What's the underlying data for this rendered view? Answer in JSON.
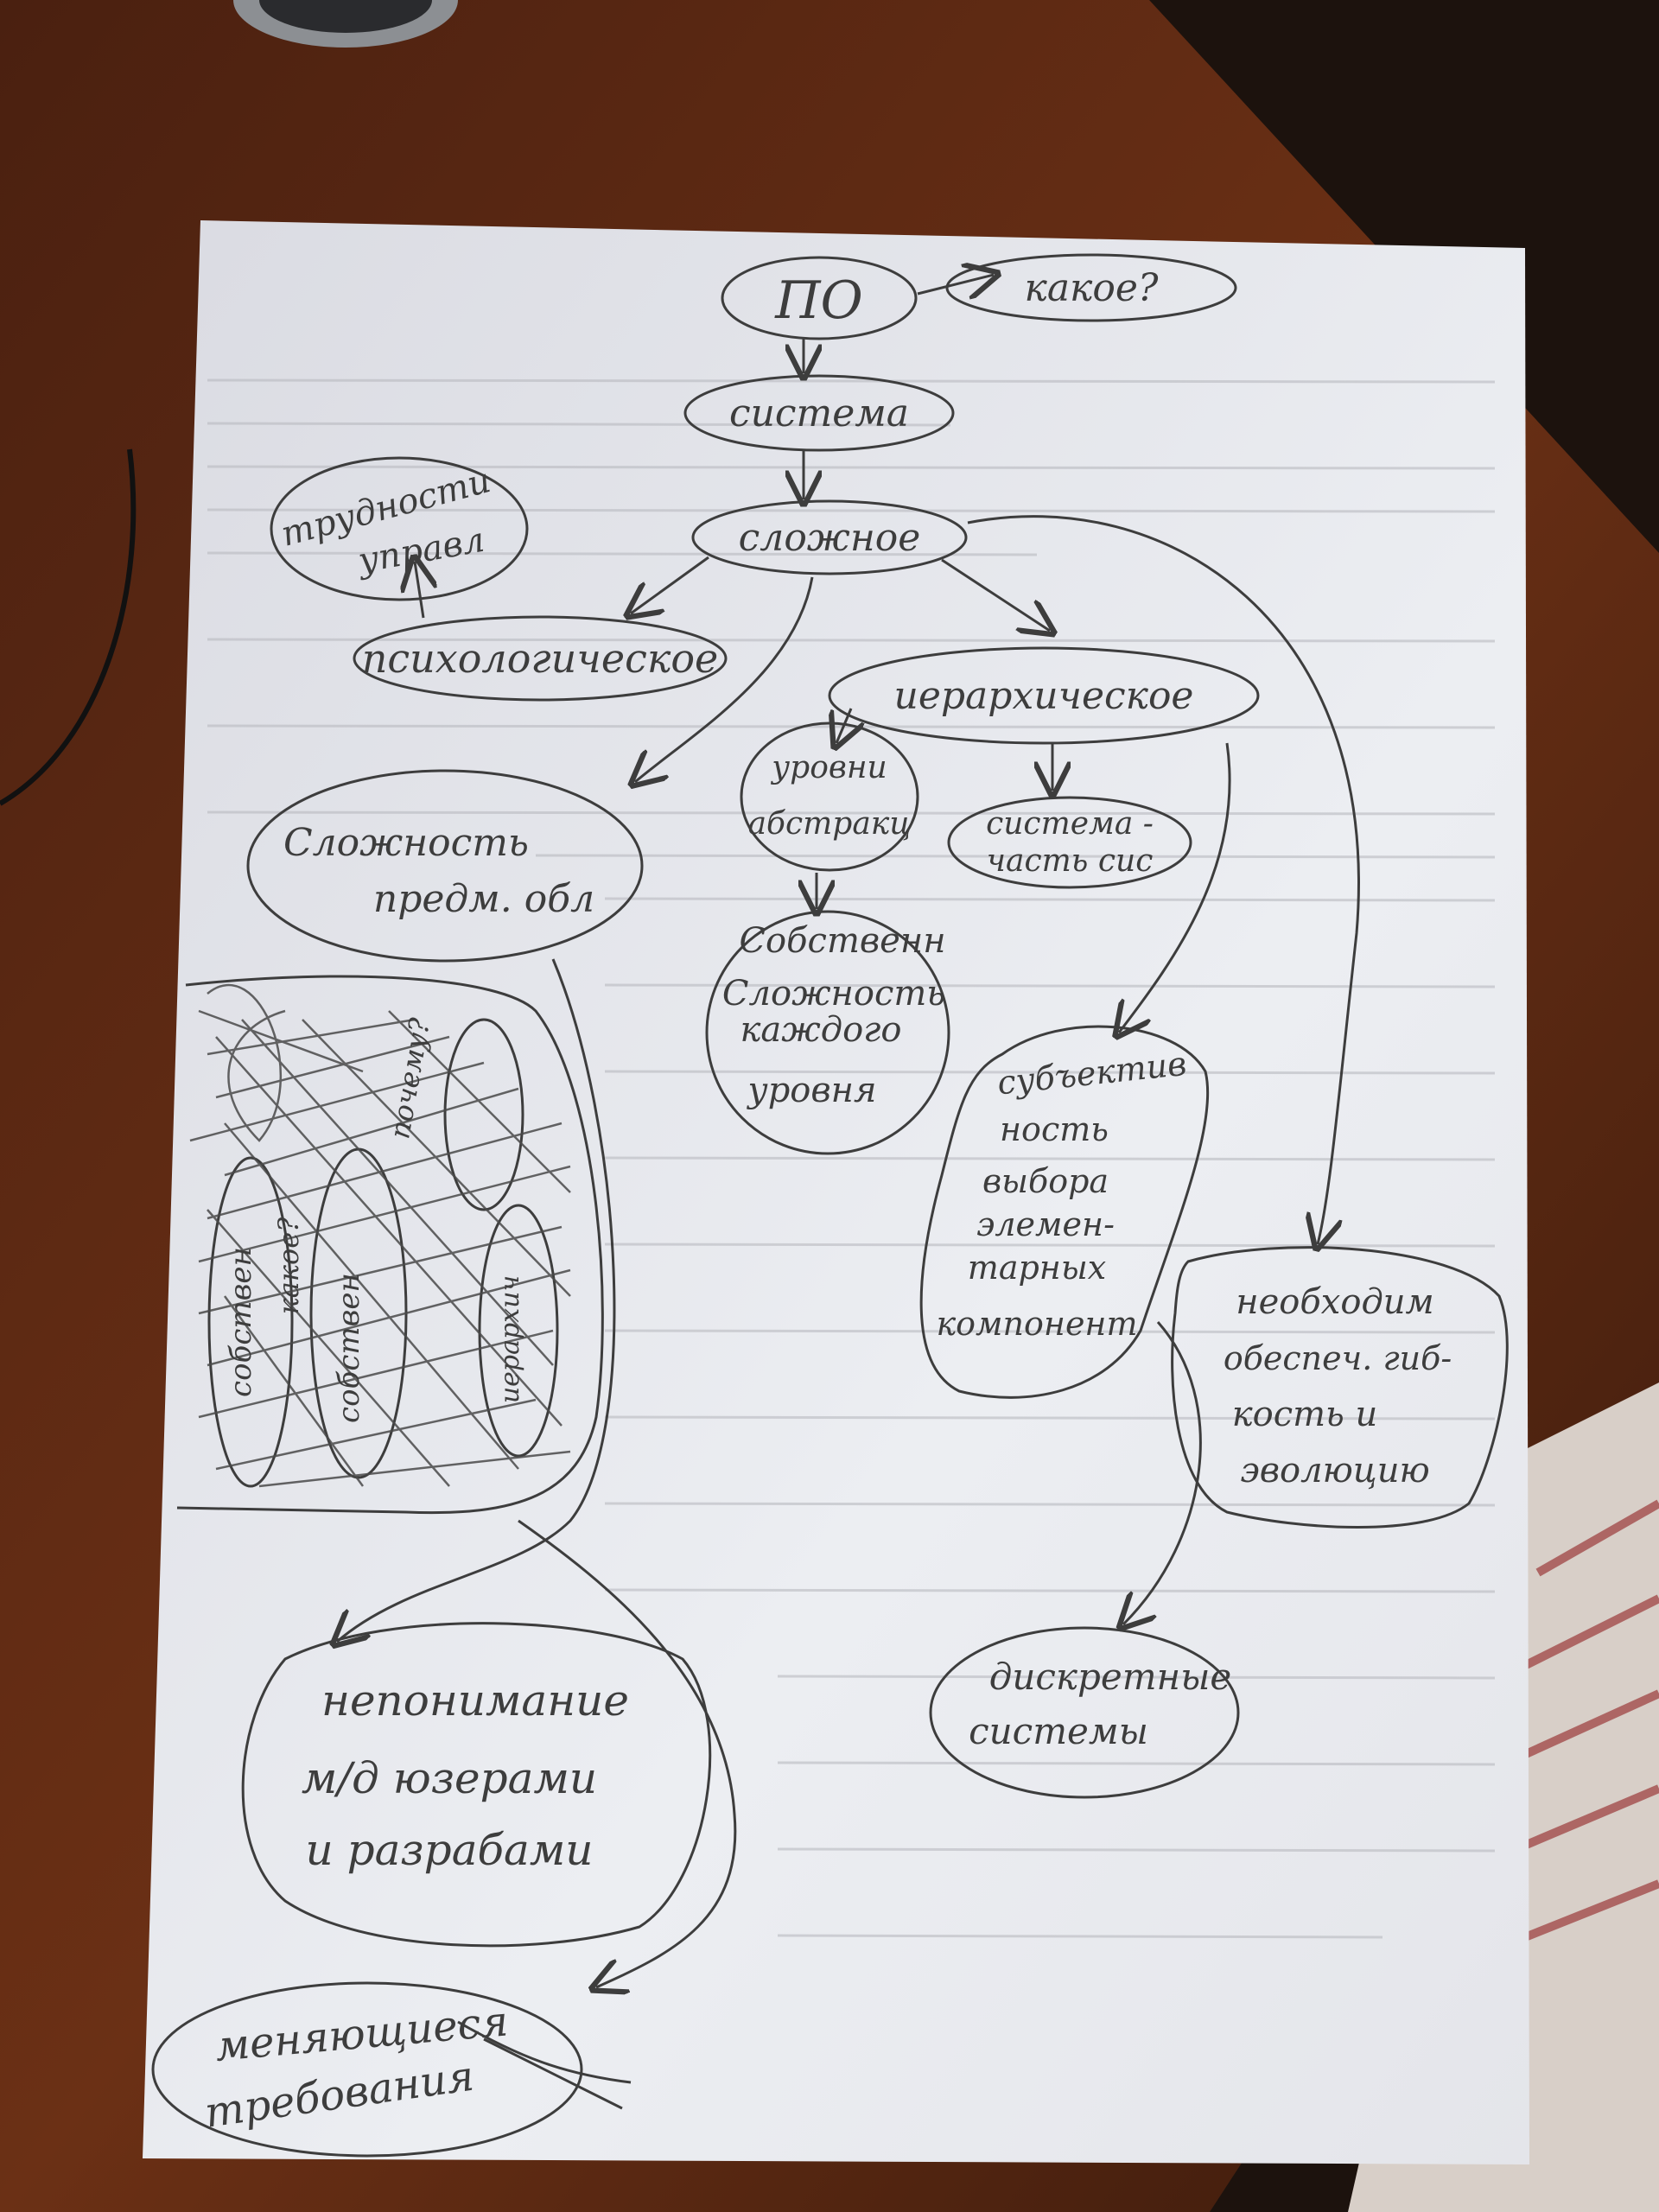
{
  "nodes": {
    "po": "ПО",
    "kakoe": "какое?",
    "sistema": "система",
    "slozhnoe": "сложное",
    "trudnosti_1": "трудности",
    "trudnosti_2": "управл",
    "psikhologicheskoe": "психологическое",
    "ierarkhicheskoe": "иерархическое",
    "urovni_1": "уровни",
    "urovni_2": "абстракц",
    "sistema_chast_1": "система -",
    "sistema_chast_2": "часть сис",
    "slozhnost_predm_1": "Сложность",
    "slozhnost_predm_2": "предм. обл",
    "sobstv_1": "Собственн",
    "sobstv_2": "Сложность",
    "sobstv_3": "каждого",
    "sobstv_4": "уровня",
    "subjekt_1": "субъектив",
    "subjekt_2": "ность",
    "subjekt_3": "выбора",
    "subjekt_4": "элемен-",
    "subjekt_5": "тарных",
    "subjekt_6": "компонент",
    "neobkhod_1": "необходим",
    "neobkhod_2": "обеспеч. гиб-",
    "neobkhod_3": "кость и",
    "neobkhod_4": "эволюцию",
    "diskretnye_1": "дискретные",
    "diskretnye_2": "системы",
    "neponimanie_1": "непонимание",
    "neponimanie_2": "м/д юзерами",
    "neponimanie_3": "и разрабами",
    "menyayushchiesya_1": "меняющиеся",
    "menyayushchiesya_2": "требования"
  },
  "crossed_out": [
    "собствен",
    "какое?",
    "собствен",
    "иерархич",
    "почему?"
  ],
  "colors": {
    "table": "#5a2a14",
    "paper": "#e8e9ee",
    "pencil": "#3d3d3d"
  }
}
